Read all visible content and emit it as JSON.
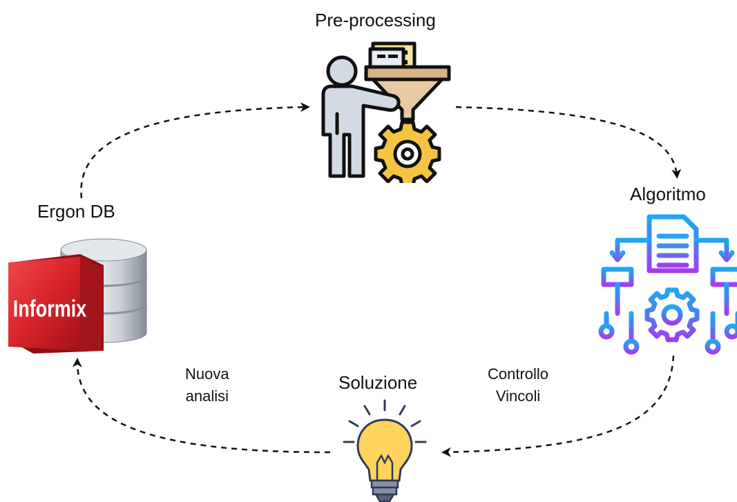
{
  "nodes": {
    "preprocessing": {
      "label": "Pre-processing",
      "icon": "person-funnel-gear-icon"
    },
    "algoritmo": {
      "label": "Algoritmo",
      "icon": "algorithm-flow-icon"
    },
    "soluzione": {
      "label": "Soluzione",
      "icon": "lightbulb-icon"
    },
    "ergon_db": {
      "label": "Ergon DB",
      "icon": "informix-database-icon",
      "logo_text": "Informix"
    }
  },
  "edges": {
    "nuova_analisi": {
      "line1": "Nuova",
      "line2": "analisi"
    },
    "controllo_vincoli": {
      "line1": "Controllo",
      "line2": "Vincoli"
    }
  },
  "colors": {
    "accent_gold": "#f4c542",
    "funnel_tan": "#d9b48a",
    "person_grey": "#d4dae3",
    "algo_blue": "#2f8fe8",
    "algo_purple": "#9b3cf2",
    "informix_red": "#d8232a",
    "bulb_yellow": "#ffd35c"
  }
}
